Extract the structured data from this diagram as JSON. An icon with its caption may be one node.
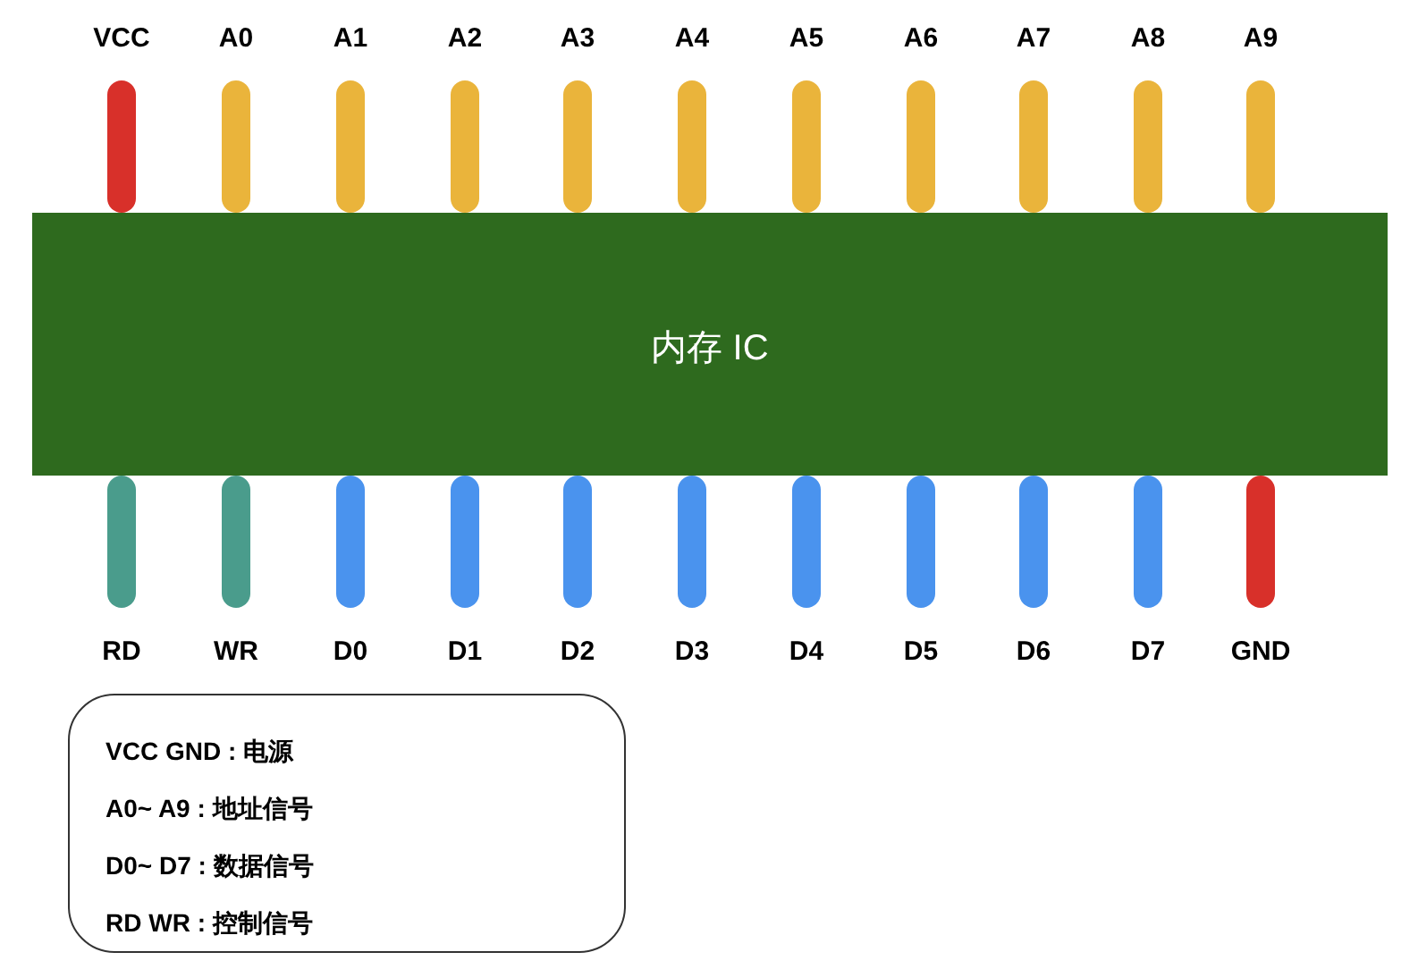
{
  "diagram": {
    "nodes": [
      {
        "text": [],
        "shape": "bar",
        "beside": [
          "VCC"
        ]
      },
      {
        "text": [],
        "shape": "bar",
        "beside": [
          "A0"
        ]
      },
      {
        "text": [],
        "shape": "bar",
        "beside": [
          "A1"
        ]
      },
      {
        "text": [],
        "shape": "bar",
        "beside": [
          "A2"
        ]
      },
      {
        "text": [],
        "shape": "bar",
        "beside": [
          "A3"
        ]
      },
      {
        "text": [],
        "shape": "bar",
        "beside": [
          "A4"
        ]
      },
      {
        "text": [],
        "shape": "bar",
        "beside": [
          "A5"
        ]
      },
      {
        "text": [],
        "shape": "bar",
        "beside": [
          "A6"
        ]
      },
      {
        "text": [],
        "shape": "bar",
        "beside": [
          "A7"
        ]
      },
      {
        "text": [],
        "shape": "bar",
        "beside": [
          "A8"
        ]
      },
      {
        "text": [],
        "shape": "bar",
        "beside": [
          "A9"
        ]
      },
      {
        "text": [
          "内存 IC"
        ]
      },
      {
        "text": [],
        "shape": "bar",
        "beside": [
          "RD"
        ]
      },
      {
        "text": [],
        "shape": "bar",
        "beside": [
          "WR"
        ]
      },
      {
        "text": [],
        "shape": "bar",
        "beside": [
          "D0"
        ]
      },
      {
        "text": [],
        "shape": "bar",
        "beside": [
          "D1"
        ]
      },
      {
        "text": [],
        "shape": "bar",
        "beside": [
          "D2"
        ]
      },
      {
        "text": [],
        "shape": "bar",
        "beside": [
          "D3"
        ]
      },
      {
        "text": [],
        "shape": "bar",
        "beside": [
          "D4"
        ]
      },
      {
        "text": [],
        "shape": "bar",
        "beside": [
          "D5"
        ]
      },
      {
        "text": [],
        "shape": "bar",
        "beside": [
          "D6"
        ]
      },
      {
        "text": [],
        "shape": "bar",
        "beside": [
          "D7"
        ]
      },
      {
        "text": [],
        "shape": "bar",
        "beside": [
          "GND"
        ]
      },
      {
        "text": [
          "VCC GND : 电源",
          "A0~ A9 : 地址信号",
          "D0~ D7 : 数据信号",
          "RD WR : 控制信号"
        ]
      }
    ]
  }
}
